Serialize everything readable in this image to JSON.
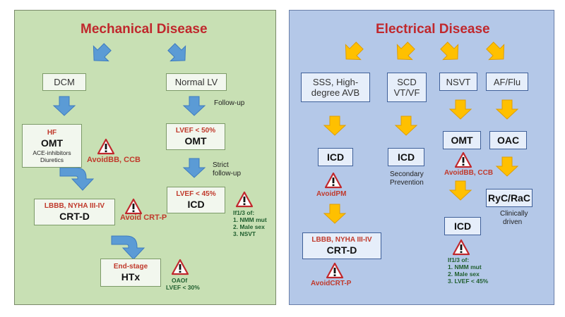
{
  "colors": {
    "left_bg": "#c8e0b4",
    "right_bg": "#b4c8e8",
    "blue_arrow": "#5b9bd5",
    "yellow_arrow": "#ffc000",
    "title_red": "#c0282d"
  },
  "mechanical": {
    "title": "Mechanical Disease",
    "dcm": "DCM",
    "normal_lv": "Normal LV",
    "follow_up": "Follow-up",
    "strict_follow_up_1": "Strict",
    "strict_follow_up_2": "follow-up",
    "hf_box": {
      "label": "HF",
      "main": "OMT",
      "note1": "ACE-inhibitors",
      "note2": "Diuretics"
    },
    "lvef50_box": {
      "label": "LVEF < 50%",
      "main": "OMT"
    },
    "lvef45_box": {
      "label": "LVEF < 45%",
      "main": "ICD"
    },
    "crtd_box": {
      "label": "LBBB, NYHA III-IV",
      "main": "CRT-D"
    },
    "htx_box": {
      "label": "End-stage",
      "main": "HTx"
    },
    "avoid_bb_ccb": "AvoidBB, CCB",
    "avoid_crtp": "Avoid CRT-P",
    "criteria_head": "If1/3 of:",
    "criteria": [
      "1.  NMM mut",
      "2.  Male sex",
      "3.  NSVT"
    ],
    "oaof_1": "OAOf",
    "oaof_2": "LVEF < 30%"
  },
  "electrical": {
    "title": "Electrical Disease",
    "sss": {
      "line1": "SSS, High-",
      "line2": "degree AVB"
    },
    "scd": {
      "line1": "SCD",
      "line2": "VT/VF"
    },
    "nsvt": "NSVT",
    "af": "AF/Flu",
    "icd_left": "ICD",
    "icd_mid": "ICD",
    "secondary_1": "Secondary",
    "secondary_2": "Prevention",
    "omt": "OMT",
    "oac": "OAC",
    "ryc": "RyC/RaC",
    "clinically_1": "Clinically",
    "clinically_2": "driven",
    "avoid_pm": "AvoidPM",
    "avoid_bb_ccb": "AvoidBB, CCB",
    "icd_right": "ICD",
    "crtd_box": {
      "label": "LBBB, NYHA III-IV",
      "main": "CRT-D"
    },
    "avoid_crtp": "AvoidCRT-P",
    "criteria_head": "If1/3 of:",
    "criteria": [
      "1.  NMM mut",
      "2.  Male sex",
      "3.  LVEF < 45%"
    ]
  }
}
